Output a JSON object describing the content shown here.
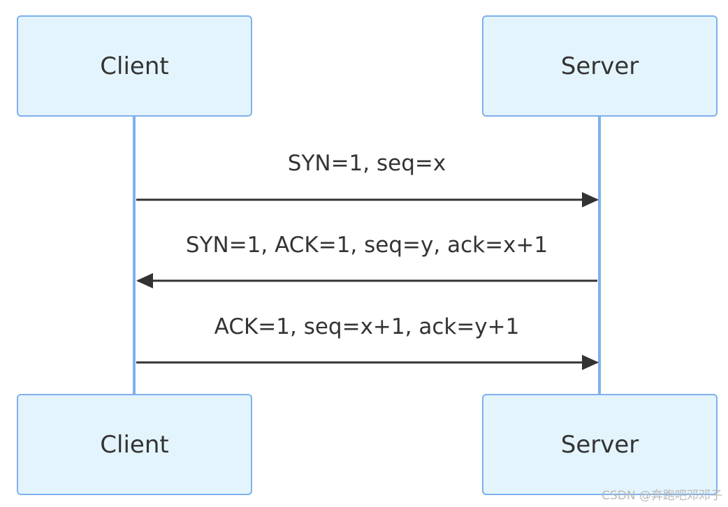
{
  "participants": {
    "client": "Client",
    "server": "Server"
  },
  "messages": [
    {
      "label": "SYN=1, seq=x",
      "from": "client",
      "to": "server"
    },
    {
      "label": "SYN=1, ACK=1, seq=y, ack=x+1",
      "from": "server",
      "to": "client"
    },
    {
      "label": "ACK=1, seq=x+1, ack=y+1",
      "from": "client",
      "to": "server"
    }
  ],
  "colors": {
    "actor_fill": "#e3f4fd",
    "actor_border": "#7eb0ec",
    "lifeline": "#7eb0ec",
    "arrow": "#333333",
    "text": "#333333"
  },
  "watermark": "CSDN @奔跑吧邓邓子"
}
